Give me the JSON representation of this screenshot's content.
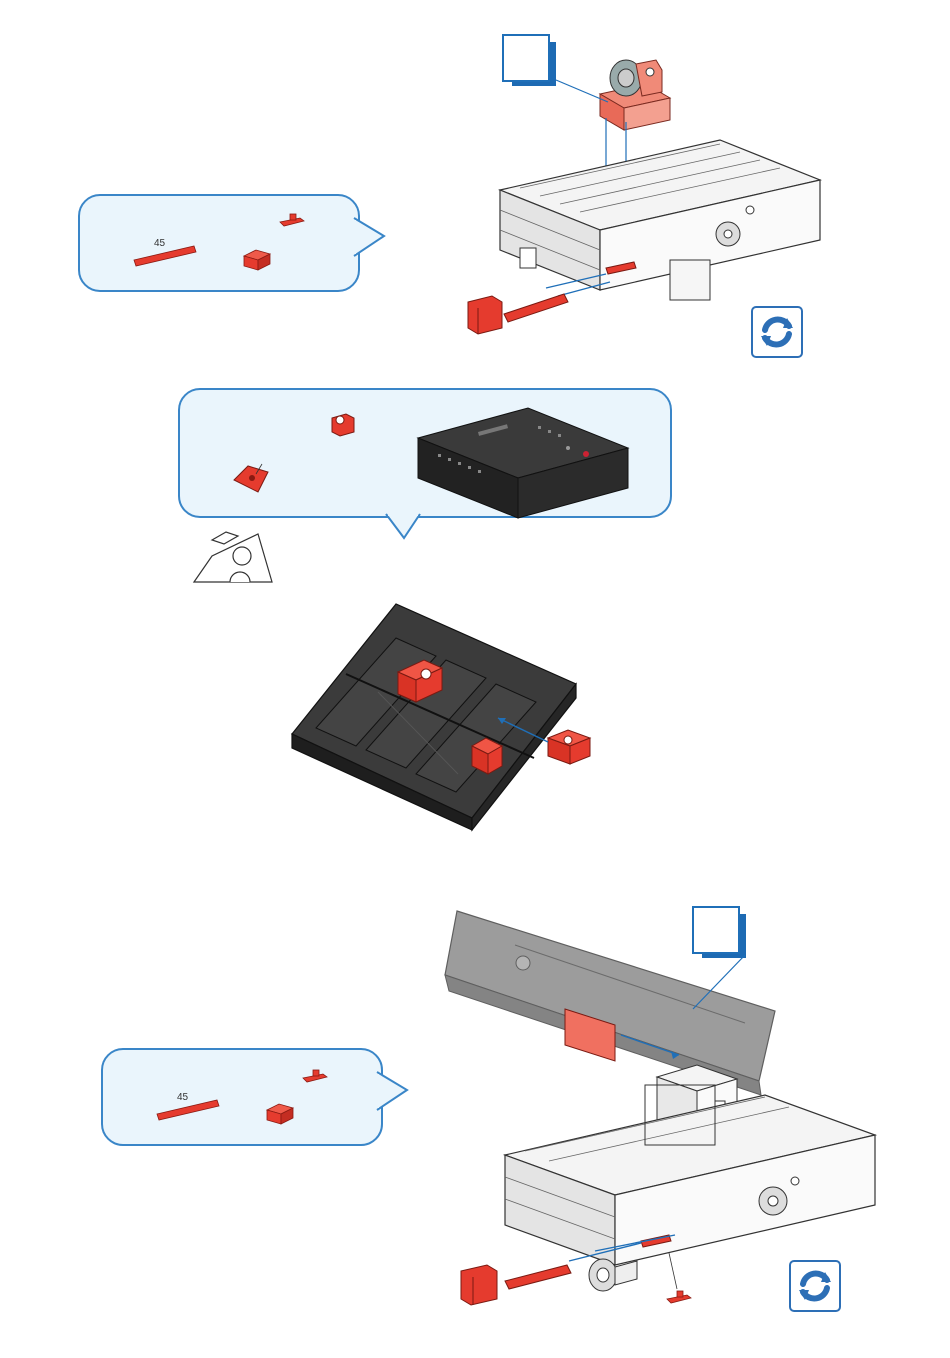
{
  "step1": {
    "rod_length_label": "45"
  },
  "step3": {
    "rod_length_label": "45"
  },
  "colors": {
    "part_red": "#e53b2e",
    "accent_blue": "#1f6fb8",
    "bubble_fill": "#eaf5fc",
    "controller_body": "#2b2b2b"
  },
  "icons": [
    "rotate-icon",
    "step-number-box",
    "controller-board",
    "building-block",
    "connector-piece",
    "axle-rod"
  ]
}
